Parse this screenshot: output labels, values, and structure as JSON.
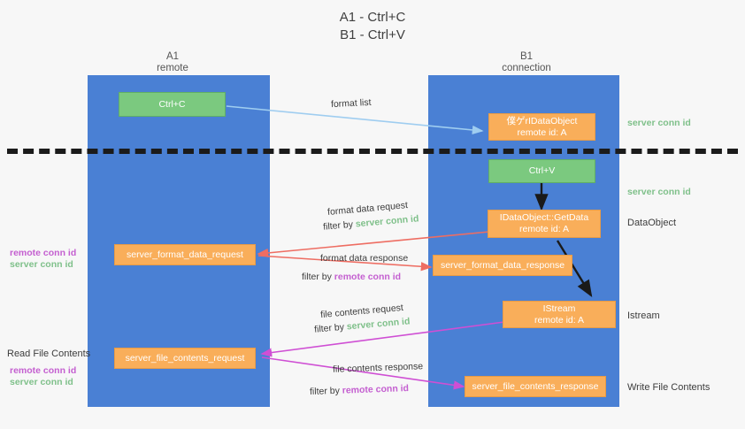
{
  "title": {
    "line1": "A1 - Ctrl+C",
    "line2": "B1 - Ctrl+V"
  },
  "lanes": [
    {
      "id": "a1",
      "name": "A1",
      "sub": "remote"
    },
    {
      "id": "b1",
      "name": "B1",
      "sub": "connection"
    }
  ],
  "boxes": {
    "ctrl_c": {
      "line1": "Ctrl+C",
      "line2": ""
    },
    "idataobject_top": {
      "line1": "僕ゲrIDataObject",
      "line2": "remote id: A"
    },
    "ctrl_v": {
      "line1": "Ctrl+V",
      "line2": ""
    },
    "getdata": {
      "line1": "IDataObject::GetData",
      "line2": "remote id: A"
    },
    "server_format_data_request": {
      "line1": "server_format_data_request",
      "line2": ""
    },
    "server_format_data_response": {
      "line1": "server_format_data_response",
      "line2": ""
    },
    "istream": {
      "line1": "IStream",
      "line2": "remote id: A"
    },
    "server_file_contents_request": {
      "line1": "server_file_contents_request",
      "line2": ""
    },
    "server_file_contents_response": {
      "line1": "server_file_contents_response",
      "line2": ""
    }
  },
  "right_labels": {
    "server_conn_id_1": "server conn id",
    "server_conn_id_2": "server conn id",
    "dataobject": "DataObject",
    "istream": "Istream",
    "write_file_contents": "Write File Contents"
  },
  "left_labels": {
    "remote_conn_id_1": "remote conn id",
    "server_conn_id_1": "server conn id",
    "read_file_contents": "Read File Contents",
    "remote_conn_id_2": "remote conn id",
    "server_conn_id_2": "server conn id"
  },
  "arrow_labels": {
    "format_list": "format list",
    "format_data_request": "format data request",
    "format_data_request_filter_prefix": "filter by ",
    "format_data_request_filter_value": "server conn id",
    "format_data_response": "format data response",
    "format_data_response_filter_prefix": "filter by ",
    "format_data_response_filter_value": "remote conn id",
    "file_contents_request": "file contents request",
    "file_contents_request_filter_prefix": "filter by ",
    "file_contents_request_filter_value": "server conn id",
    "file_contents_response": "file contents response",
    "file_contents_response_filter_prefix": "filter by ",
    "file_contents_response_filter_value": "remote conn id"
  },
  "colors": {
    "lane": "#4a80d4",
    "green_box": "#7bc97f",
    "orange_box": "#f9ae5a",
    "server_conn_id": "#7fc08a",
    "remote_conn_id": "#c45fd0",
    "arrow_blue": "#9fcdf0",
    "arrow_red": "#ee6d62",
    "arrow_pink": "#cf4fd4",
    "arrow_dark": "#1a1a1a",
    "divider": "#1b1b1b"
  }
}
